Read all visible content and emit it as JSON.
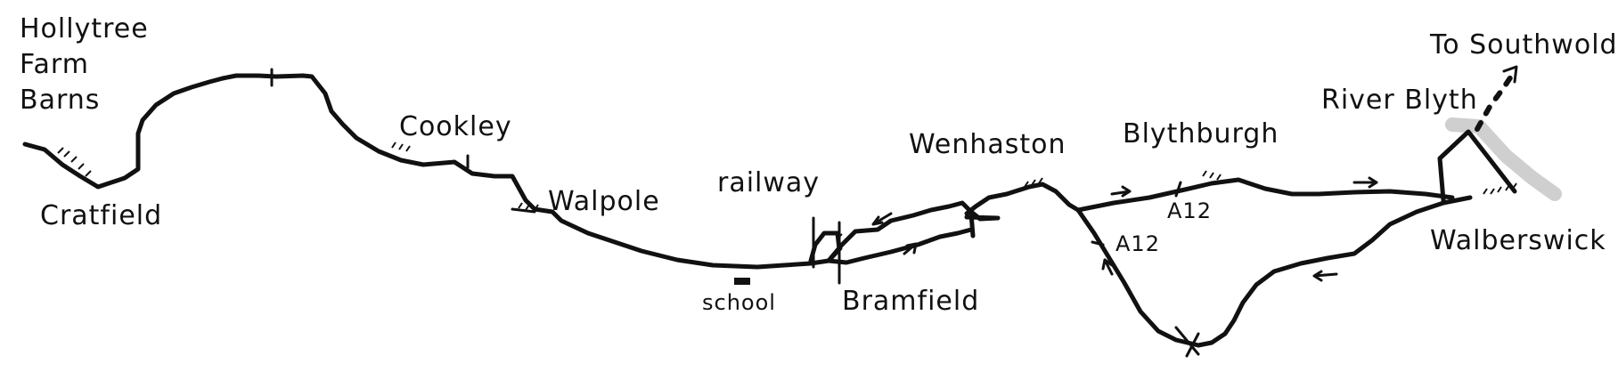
{
  "labels": {
    "hollytree_line1": "Hollytree",
    "hollytree_line2": "Farm",
    "hollytree_line3": "Barns",
    "cratfield": "Cratfield",
    "cookley": "Cookley",
    "walpole": "Walpole",
    "railway": "railway",
    "school": "school",
    "bramfield": "Bramfield",
    "wenhaston": "Wenhaston",
    "blythburgh": "Blythburgh",
    "a12_north": "A12",
    "a12_south": "A12",
    "river_blyth": "River Blyth",
    "to_southwold": "To Southwold",
    "walberswick": "Walberswick"
  },
  "colors": {
    "ink": "#111111",
    "river": "#cfcfcf",
    "background": "#ffffff"
  }
}
